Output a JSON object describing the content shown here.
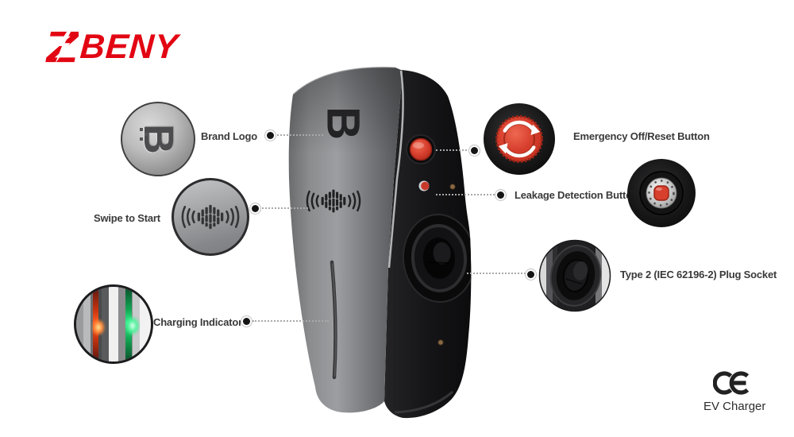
{
  "brand": {
    "wordmark": "BENY",
    "color": "#e20613"
  },
  "device": {
    "type": "wall-mounted EV charger",
    "front_logo_letter": "B"
  },
  "callouts": [
    {
      "id": "brand-logo",
      "side": "left",
      "label": "Brand Logo"
    },
    {
      "id": "swipe-to-start",
      "side": "left",
      "label": "Swipe to Start"
    },
    {
      "id": "charging-indicator",
      "side": "left",
      "label": "Charging Indicator"
    },
    {
      "id": "emergency-off-reset",
      "side": "right",
      "label": "Emergency Off/Reset Button"
    },
    {
      "id": "leakage-detection",
      "side": "right",
      "label": "Leakage Detection Button"
    },
    {
      "id": "type2-plug-socket",
      "side": "right",
      "label": "Type 2 (IEC 62196-2) Plug Socket"
    }
  ],
  "certification": {
    "mark": "CE",
    "product_label": "EV Charger"
  },
  "colors": {
    "label_text": "#3a3a3a",
    "connector_line": "#a9a9a9",
    "emergency_red": "#d8402e",
    "indicator_red": "#ff5a22",
    "indicator_green": "#35f08b",
    "body_front": "#94969a",
    "body_side": "#151517"
  }
}
